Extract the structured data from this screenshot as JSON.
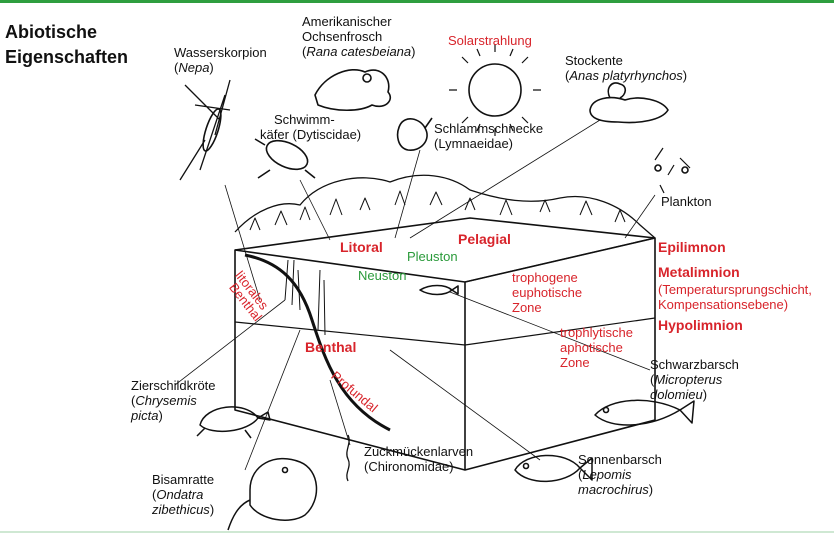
{
  "title": [
    "Abiotische",
    "Eigenschaften"
  ],
  "organisms": {
    "wasserskorpion": {
      "name": "Wasserskorpion",
      "latin": "Nepa"
    },
    "ochsenfrosch": {
      "name1": "Amerikanischer",
      "name2": "Ochsenfrosch",
      "latin": "Rana catesbeiana"
    },
    "schwimmkaefer": {
      "name1": "Schwimm-",
      "name2": "käfer (Dytiscidae)"
    },
    "schlammschnecke": {
      "name1": "Schlammschnecke",
      "name2": "(Lymnaeidae)"
    },
    "stockente": {
      "name": "Stockente",
      "latin": "Anas platyrhynchos"
    },
    "plankton": {
      "name": "Plankton"
    },
    "schwarzbarsch": {
      "name": "Schwarzbarsch",
      "latin1": "Micropterus",
      "latin2": "dolomieu"
    },
    "sonnenbarsch": {
      "name": "Sonnenbarsch",
      "latin1": "Lepomis",
      "latin2": "macrochirus"
    },
    "zierschildkroete": {
      "name": "Zierschildkröte",
      "latin1": "Chrysemis",
      "latin2": "picta"
    },
    "bisamratte": {
      "name": "Bisamratte",
      "latin1": "Ondatra",
      "latin2": "zibethicus"
    },
    "zuckmueckenlarven": {
      "name1": "Zuckmückenlarven",
      "name2": "(Chironomidae)"
    }
  },
  "labels": {
    "solarstrahlung": "Solarstrahlung",
    "litoral": "Litoral",
    "pelagial": "Pelagial",
    "pleuston": "Pleuston",
    "neuston": "Neuston",
    "litorales": "litorales",
    "benthal_small": "Benthal",
    "benthal": "Benthal",
    "profundal": "Profundal",
    "trophogene": [
      "trophogene",
      "euphotische",
      "Zone"
    ],
    "trophlytische": [
      "trophlytische",
      "aphotische",
      "Zone"
    ],
    "epilimnon": "Epilimnon",
    "metalimnion": "Metalimnion",
    "metalimnion_desc": [
      "(Temperatursprungschicht,",
      "Kompensationsebene)"
    ],
    "hypolimnion": "Hypolimnion"
  },
  "colors": {
    "accent_red": "#d8242b",
    "accent_green": "#2a9a3a",
    "rule_green": "#2f9e3f"
  }
}
